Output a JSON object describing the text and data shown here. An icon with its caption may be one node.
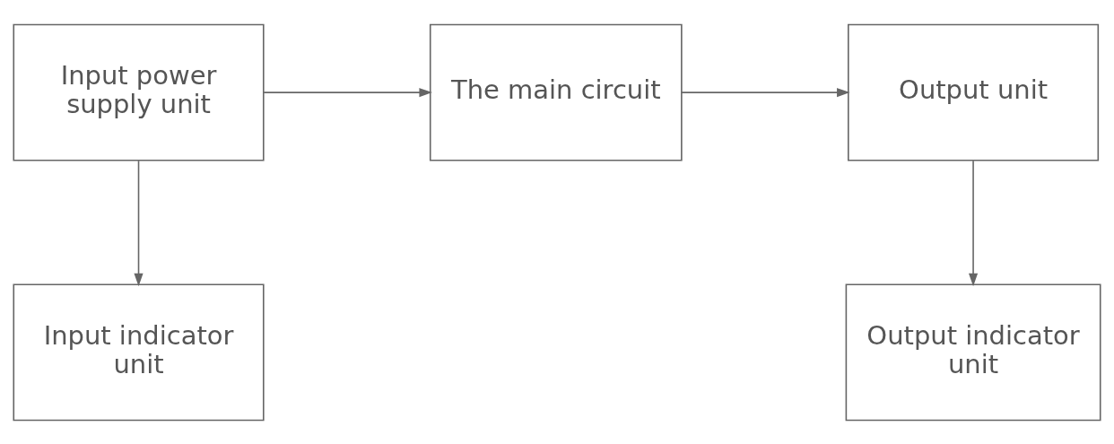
{
  "diagram": {
    "nodes": [
      {
        "text": [
          "Input power supply unit"
        ]
      },
      {
        "text": [
          "The main circuit"
        ]
      },
      {
        "text": [
          "Output unit"
        ]
      },
      {
        "text": [
          "Input indicator unit"
        ]
      },
      {
        "text": [
          "Output indicator unit"
        ]
      }
    ],
    "edges": [
      {
        "from": 0,
        "to": 1,
        "arrow": "to"
      },
      {
        "from": 1,
        "to": 2,
        "arrow": "to"
      },
      {
        "from": 0,
        "to": 3,
        "arrow": "to"
      },
      {
        "from": 2,
        "to": 4,
        "arrow": "to"
      }
    ]
  }
}
